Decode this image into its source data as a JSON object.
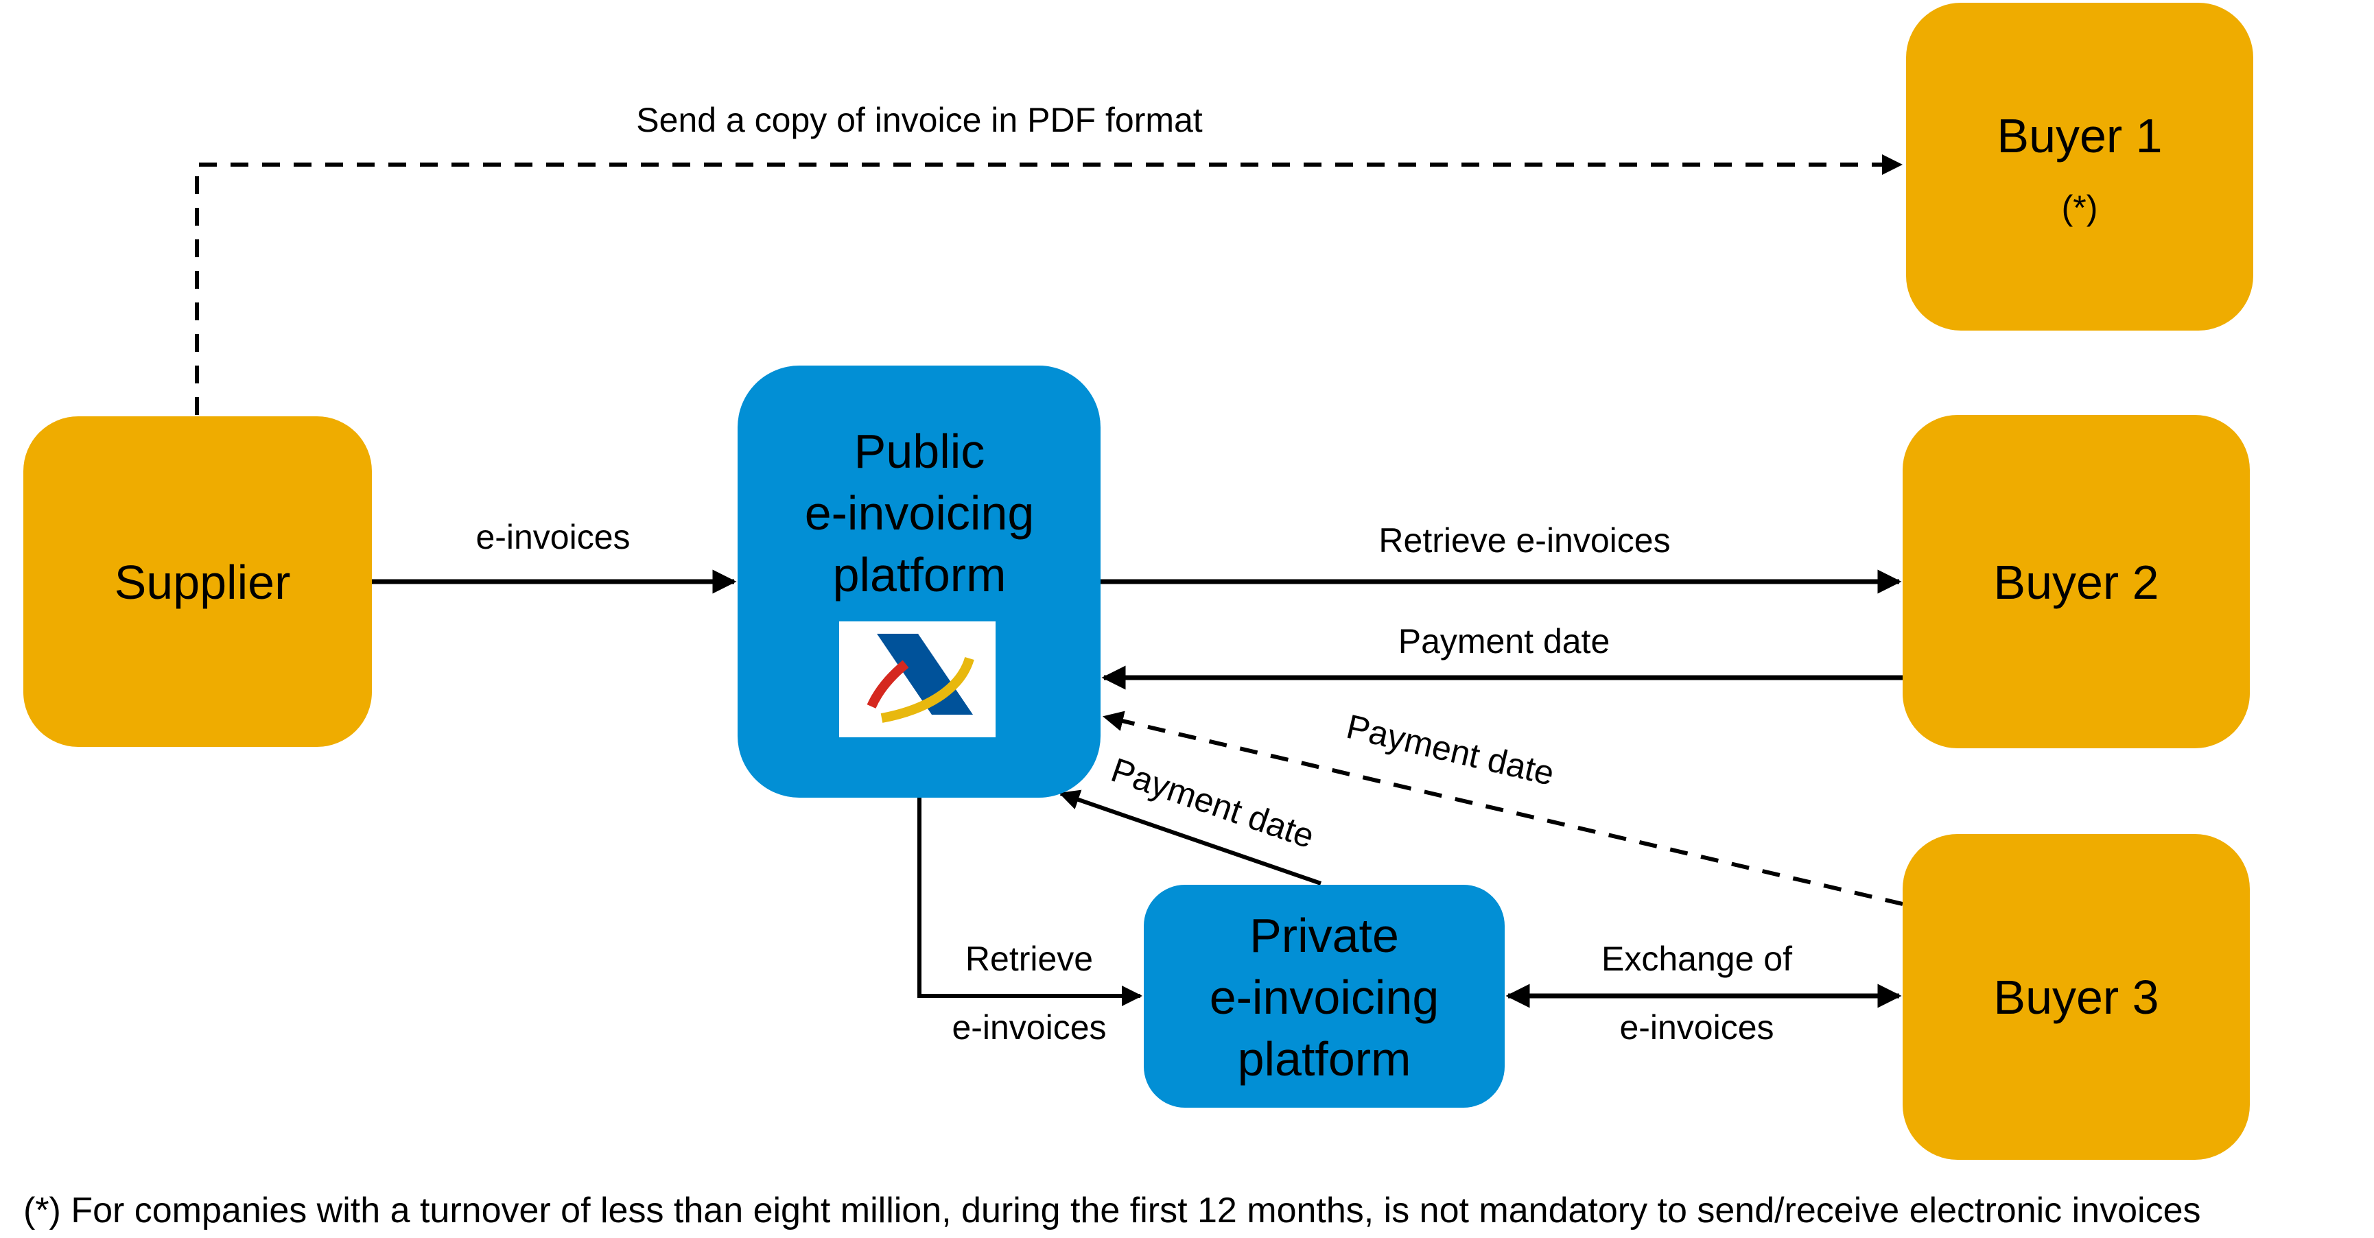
{
  "colors": {
    "actor": "#EFAC00",
    "platform": "#028FD5",
    "line": "#000000",
    "logo_blue": "#00529A",
    "logo_red": "#D5281F",
    "logo_yellow": "#E8B80E"
  },
  "nodes": {
    "supplier": {
      "label": "Supplier"
    },
    "public_platform": {
      "lines": [
        "Public",
        "e-invoicing",
        "platform"
      ],
      "logo": "tax-agency-logo"
    },
    "private_platform": {
      "lines": [
        "Private",
        "e-invoicing",
        "platform"
      ]
    },
    "buyer1": {
      "label": "Buyer 1",
      "note": "(*)"
    },
    "buyer2": {
      "label": "Buyer 2"
    },
    "buyer3": {
      "label": "Buyer 3"
    }
  },
  "edges": {
    "pdf_copy": {
      "label": "Send a copy of invoice in PDF format",
      "style": "dashed"
    },
    "supplier_to_public": {
      "label": "e-invoices",
      "style": "solid"
    },
    "public_to_buyer2": {
      "label": "Retrieve e-invoices",
      "style": "solid"
    },
    "buyer2_to_public": {
      "label": "Payment date",
      "style": "solid"
    },
    "buyer3_to_public": {
      "label": "Payment date",
      "style": "dashed"
    },
    "private_to_public": {
      "label": "Payment date",
      "style": "solid"
    },
    "public_to_private": {
      "label_line1": "Retrieve",
      "label_line2": "e-invoices",
      "style": "solid"
    },
    "private_buyer3": {
      "label_line1": "Exchange of",
      "label_line2": "e-invoices",
      "style": "solid-bidirectional"
    }
  },
  "footnote": "(*) For companies with a turnover of less than eight million, during the first 12 months, is not mandatory to send/receive electronic invoices"
}
